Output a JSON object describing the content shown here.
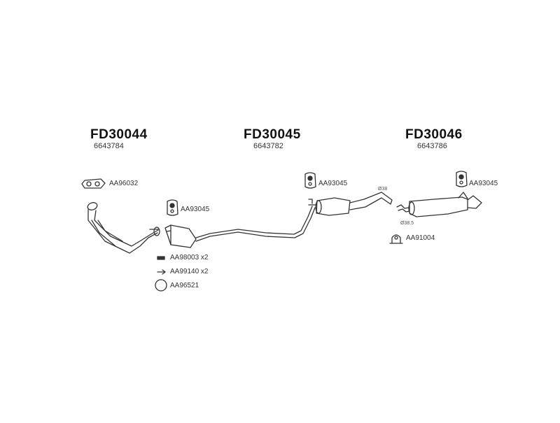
{
  "groups": [
    {
      "code": "FD30044",
      "number": "6643784"
    },
    {
      "code": "FD30045",
      "number": "6643782"
    },
    {
      "code": "FD30046",
      "number": "6643786"
    }
  ],
  "labels": {
    "gasket_left": "AA96032",
    "hanger_left": "AA93045",
    "bolt": "AA98003 x2",
    "spring": "AA99140 x2",
    "ring": "AA96521",
    "hanger_middle": "AA93045",
    "hanger_right": "AA93045",
    "clamp": "AA91004",
    "diameter_38": "Ø38",
    "diameter_385": "Ø38.5"
  }
}
